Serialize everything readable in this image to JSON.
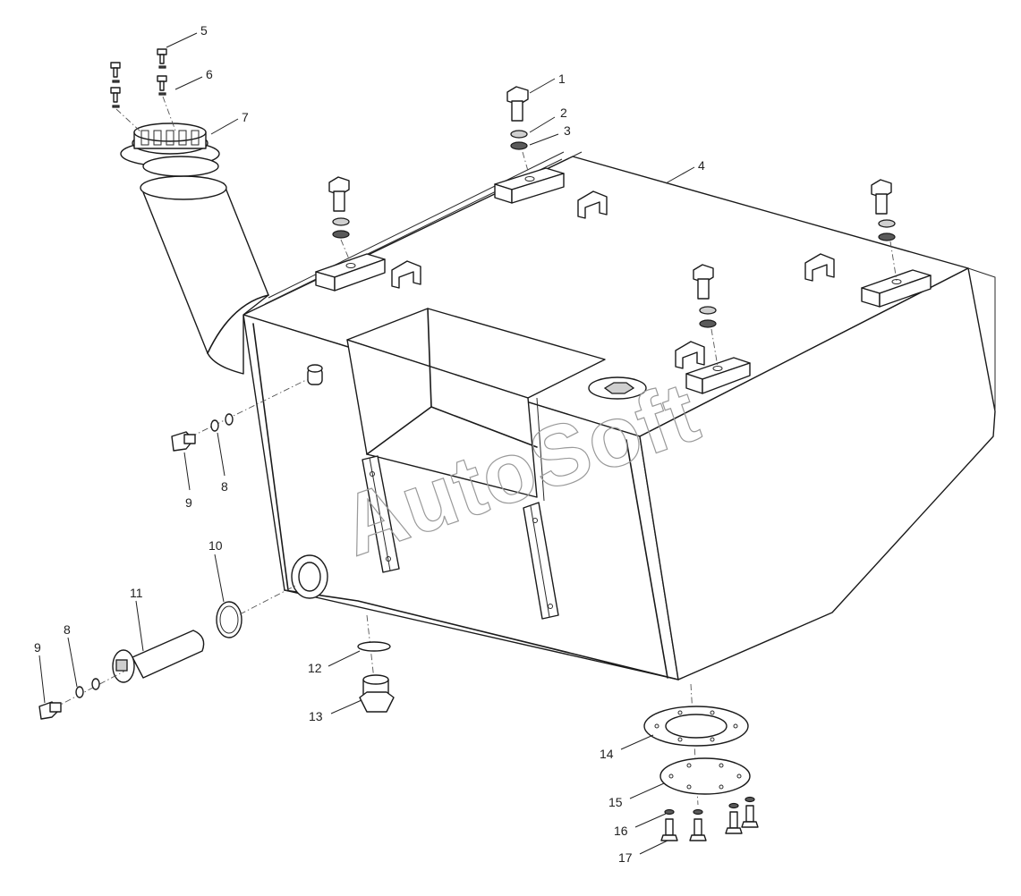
{
  "watermark": "AutoSoft",
  "callouts": [
    {
      "label": "1"
    },
    {
      "label": "2"
    },
    {
      "label": "3"
    },
    {
      "label": "4"
    },
    {
      "label": "5"
    },
    {
      "label": "6"
    },
    {
      "label": "7"
    },
    {
      "label": "8"
    },
    {
      "label": "9"
    },
    {
      "label": "8"
    },
    {
      "label": "9"
    },
    {
      "label": "10"
    },
    {
      "label": "11"
    },
    {
      "label": "12"
    },
    {
      "label": "13"
    },
    {
      "label": "14"
    },
    {
      "label": "15"
    },
    {
      "label": "16"
    },
    {
      "label": "17"
    }
  ]
}
